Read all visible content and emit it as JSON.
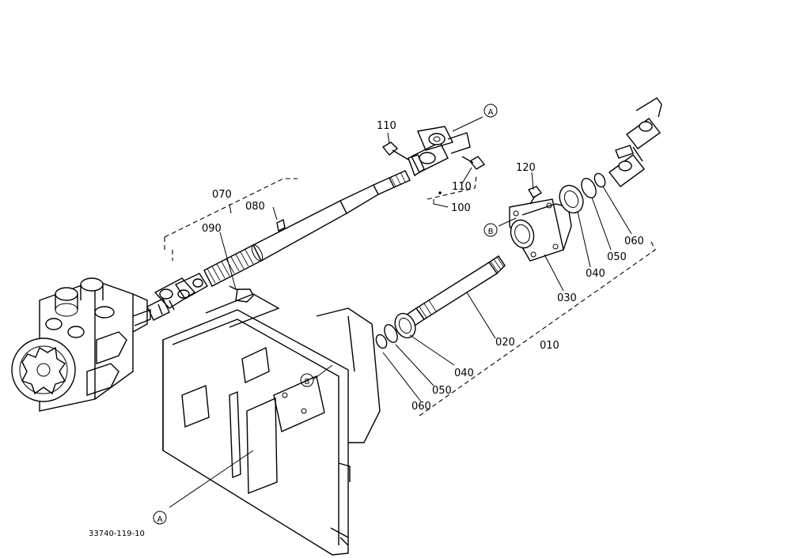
{
  "callouts": {
    "p010": "010",
    "p020": "020",
    "p030": "030",
    "p040a": "040",
    "p040b": "040",
    "p050a": "050",
    "p050b": "050",
    "p060a": "060",
    "p060b": "060",
    "p070": "070",
    "p080": "080",
    "p090": "090",
    "p100": "100",
    "p110a": "110",
    "p110b": "110",
    "p120": "120"
  },
  "refs": {
    "a_top": "A",
    "a_bottom": "A",
    "b_left": "B",
    "b_frame": "B"
  },
  "drawing_number": "33740-119-10"
}
